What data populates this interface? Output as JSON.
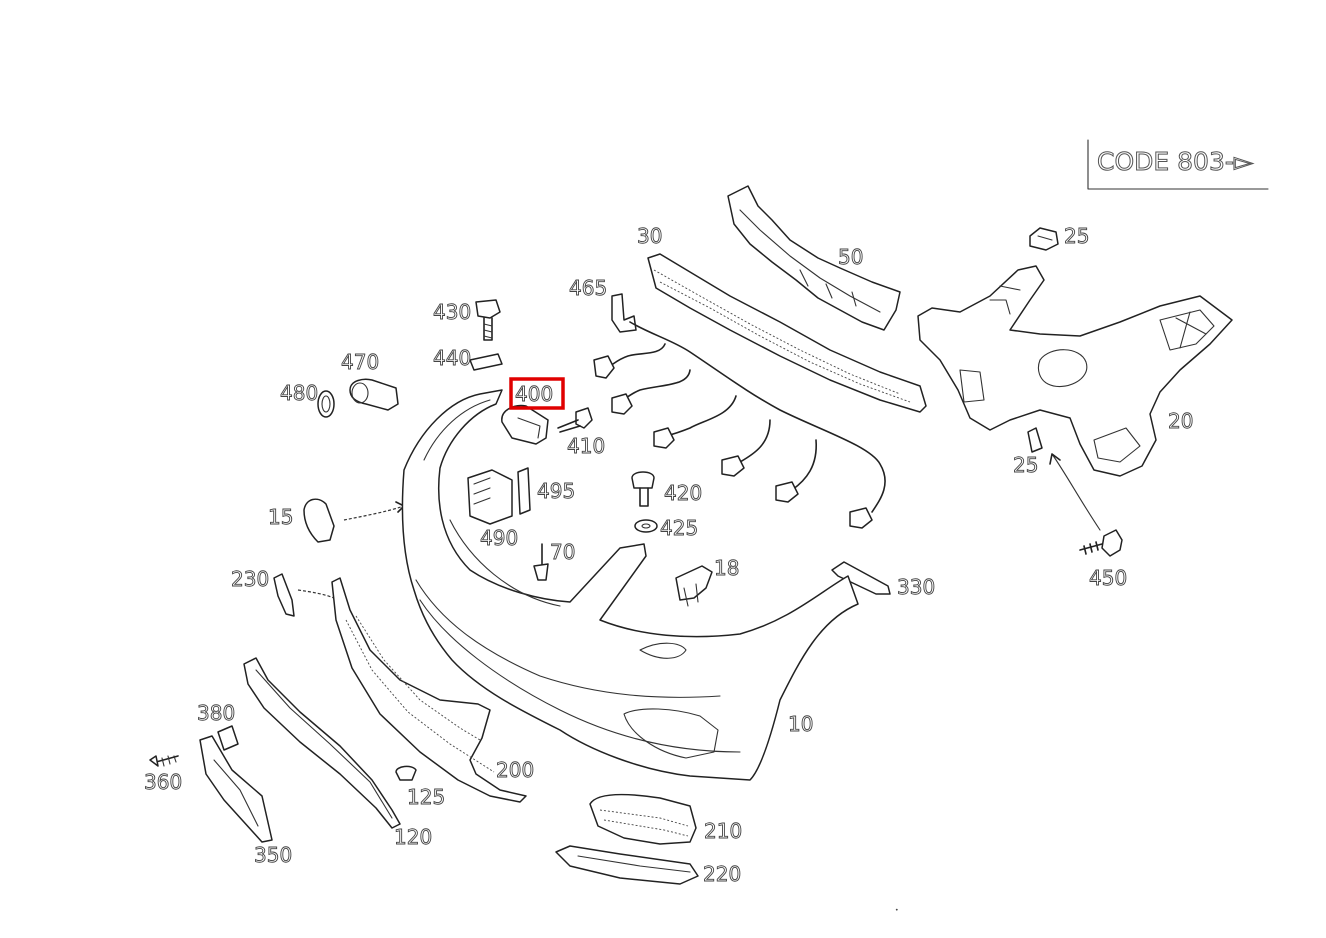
{
  "code_box": {
    "text": "CODE 803-▻"
  },
  "highlighted_part": "400",
  "callouts": [
    {
      "id": "c10",
      "label": "10"
    },
    {
      "id": "c15",
      "label": "15"
    },
    {
      "id": "c18",
      "label": "18"
    },
    {
      "id": "c20",
      "label": "20"
    },
    {
      "id": "c25a",
      "label": "25"
    },
    {
      "id": "c25b",
      "label": "25"
    },
    {
      "id": "c30",
      "label": "30"
    },
    {
      "id": "c50",
      "label": "50"
    },
    {
      "id": "c70",
      "label": "70"
    },
    {
      "id": "c120",
      "label": "120"
    },
    {
      "id": "c125",
      "label": "125"
    },
    {
      "id": "c200",
      "label": "200"
    },
    {
      "id": "c210",
      "label": "210"
    },
    {
      "id": "c220",
      "label": "220"
    },
    {
      "id": "c230",
      "label": "230"
    },
    {
      "id": "c330",
      "label": "330"
    },
    {
      "id": "c350",
      "label": "350"
    },
    {
      "id": "c360",
      "label": "360"
    },
    {
      "id": "c380",
      "label": "380"
    },
    {
      "id": "c400",
      "label": "400"
    },
    {
      "id": "c410",
      "label": "410"
    },
    {
      "id": "c420",
      "label": "420"
    },
    {
      "id": "c425",
      "label": "425"
    },
    {
      "id": "c430",
      "label": "430"
    },
    {
      "id": "c440",
      "label": "440"
    },
    {
      "id": "c450",
      "label": "450"
    },
    {
      "id": "c465",
      "label": "465"
    },
    {
      "id": "c470",
      "label": "470"
    },
    {
      "id": "c480",
      "label": "480"
    },
    {
      "id": "c490",
      "label": "490"
    },
    {
      "id": "c495",
      "label": "495"
    }
  ]
}
